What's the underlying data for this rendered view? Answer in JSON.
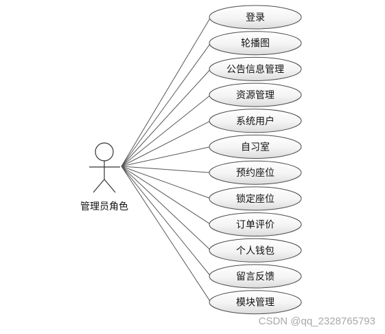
{
  "actor": {
    "label": "管理员角色"
  },
  "use_cases": [
    {
      "label": "登录"
    },
    {
      "label": "轮播图"
    },
    {
      "label": "公告信息管理"
    },
    {
      "label": "资源管理"
    },
    {
      "label": "系统用户"
    },
    {
      "label": "自习室"
    },
    {
      "label": "预约座位"
    },
    {
      "label": "锁定座位"
    },
    {
      "label": "订单评价"
    },
    {
      "label": "个人钱包"
    },
    {
      "label": "留言反馈"
    },
    {
      "label": "模块管理"
    }
  ],
  "watermark": {
    "text": "CSDN @qq_2328765793"
  }
}
